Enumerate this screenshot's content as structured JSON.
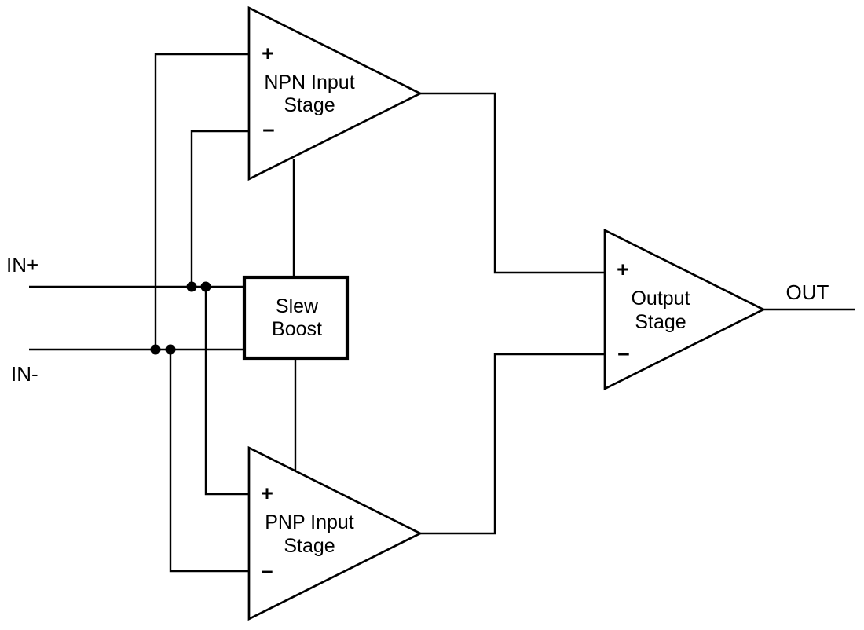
{
  "diagram": {
    "ports": {
      "in_plus": "IN+",
      "in_minus": "IN-",
      "out": "OUT"
    },
    "blocks": {
      "npn_input_stage": {
        "line1": "NPN Input",
        "line2": "Stage",
        "plus": "+",
        "minus": "−"
      },
      "pnp_input_stage": {
        "line1": "PNP Input",
        "line2": "Stage",
        "plus": "+",
        "minus": "−"
      },
      "output_stage": {
        "line1": "Output",
        "line2": "Stage",
        "plus": "+",
        "minus": "−"
      },
      "slew_boost": {
        "line1": "Slew",
        "line2": "Boost"
      }
    },
    "colors": {
      "line": "#000000",
      "background": "#ffffff"
    }
  }
}
